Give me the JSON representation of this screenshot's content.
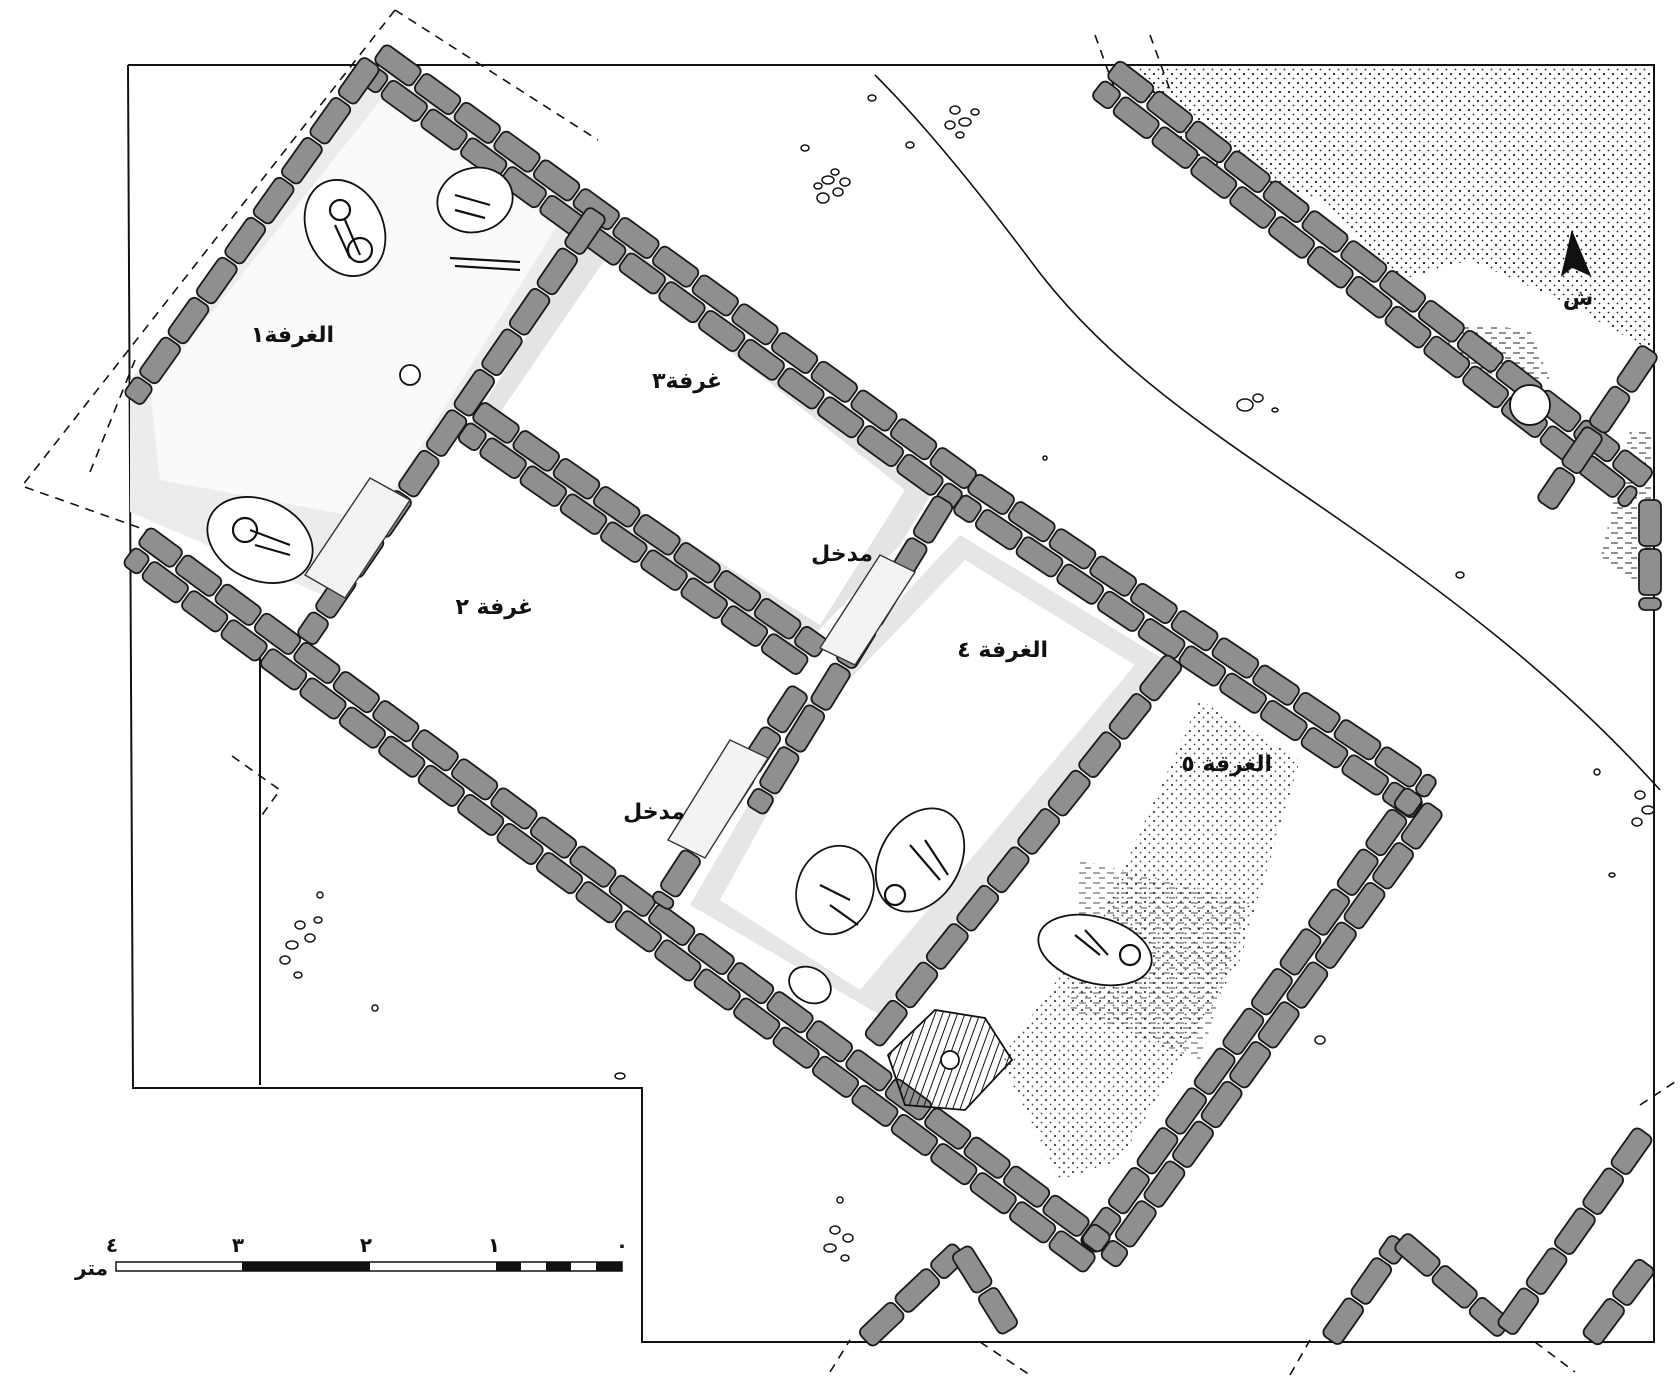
{
  "labels": {
    "room1": "الغرفة١",
    "room2": "غرفة ٢",
    "room3": "غرفة٣",
    "room4": "الغرفة ٤",
    "room5": "الغرفة ٥",
    "entrance_a": "مدخل",
    "entrance_b": "مدخل",
    "north": "ش"
  },
  "scale_bar": {
    "ticks": [
      "٤",
      "٣",
      "٢",
      "١",
      "٠"
    ],
    "unit": "متر"
  },
  "colors": {
    "stone_fill": "#8f8f8f",
    "stone_stroke": "#1a1a1a",
    "floor_shade": "#e3e3e3",
    "threshold_fill": "#f1f1f1",
    "line": "#111111"
  }
}
